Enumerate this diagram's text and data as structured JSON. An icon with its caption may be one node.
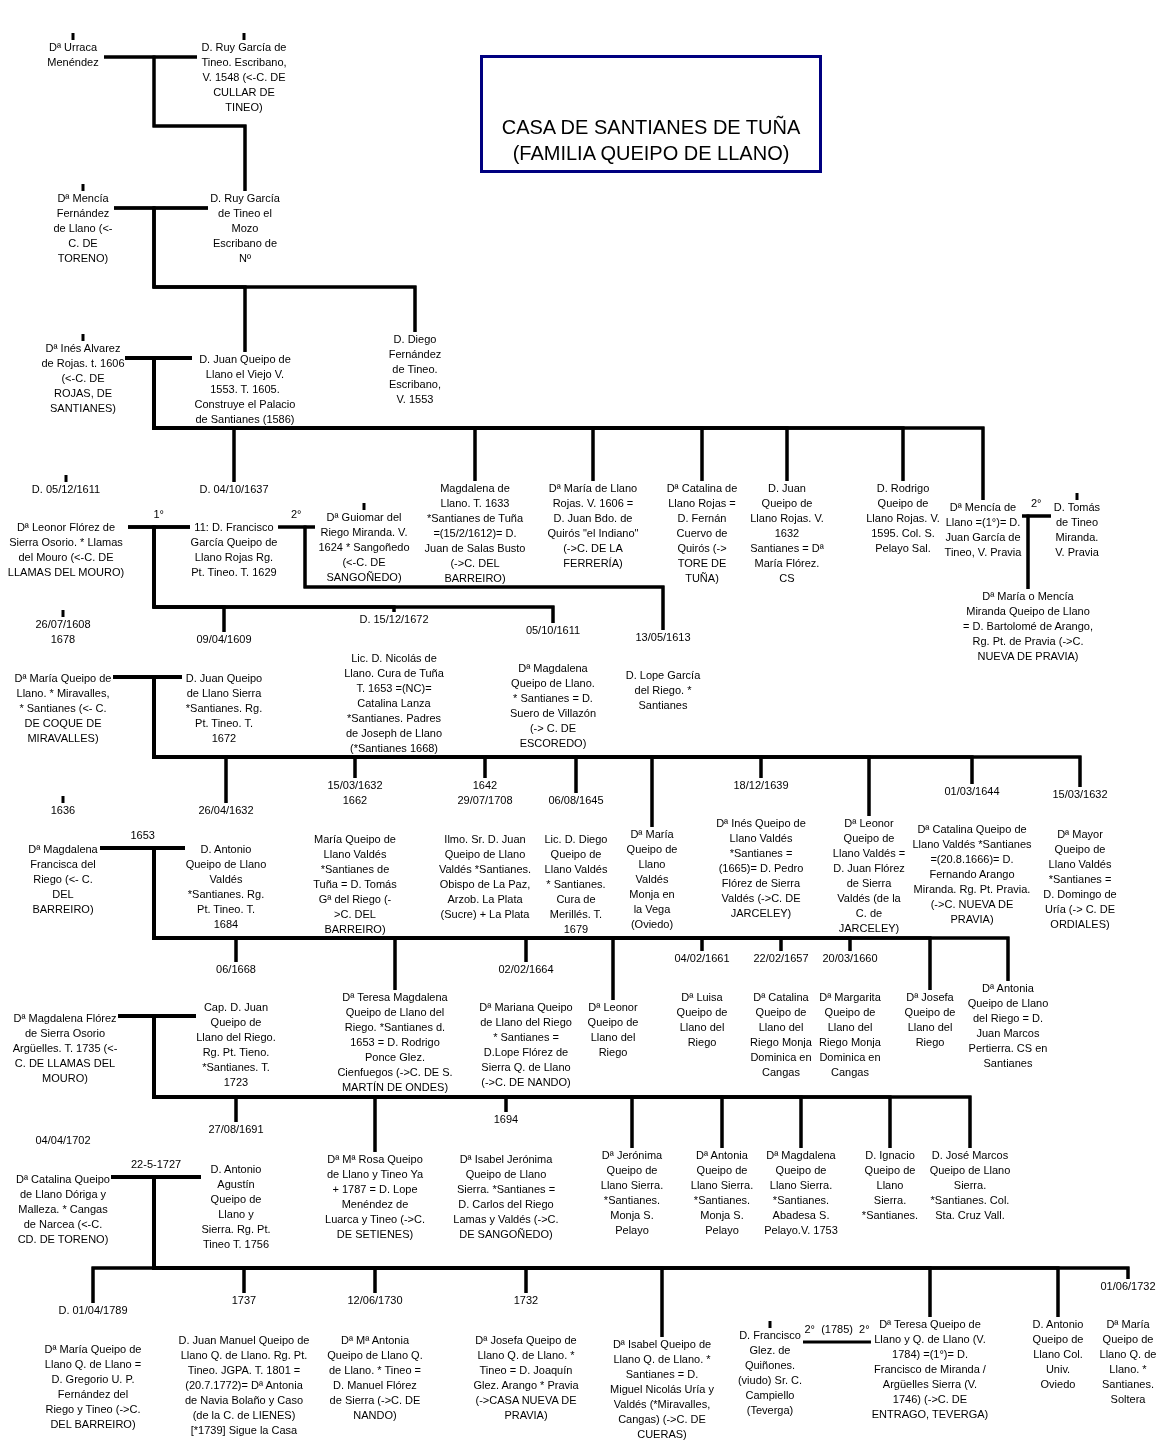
{
  "diagram": {
    "title": "CASA DE SANTIANES DE TUÑA (FAMILIA QUEIPO DE LLANO)",
    "nodes": [
      {
        "text": [
          "Dª Urraca Menéndez"
        ]
      },
      {
        "text": [
          "D. Ruy  García de Tineo. Escribano, V. 1548 (<-C. DE CULLAR DE TINEO)"
        ]
      },
      {
        "text": [
          "Dª Mencía Fernández de Llano (<-C.  DE TORENO)"
        ]
      },
      {
        "text": [
          "D. Ruy García de Tineo el Mozo Escribano de Nº"
        ]
      },
      {
        "text": [
          "Dª Inés Alvarez de Rojas. t. 1606 (<-C. DE ROJAS, DE SANTIANES)"
        ]
      },
      {
        "text": [
          "D. Juan Queipo de Llano el Viejo V. 1553. T. 1605. Construye el Palacio de Santianes (1586)"
        ]
      },
      {
        "text": [
          "D. Diego Fernández de Tineo. Escribano, V. 1553"
        ]
      },
      {
        "text": [
          "Dª Leonor Flórez de Sierra Osorio. * Llamas del Mouro (<-C. DE LLAMAS DEL MOURO)"
        ],
        "beside": [
          "D. 05/12/1611"
        ]
      },
      {
        "text": [
          "11: D. Francisco García Queipo de Llano Rojas Rg. Pt. Tineo. T. 1629"
        ],
        "beside": [
          "D. 04/10/1637"
        ]
      },
      {
        "text": [
          "Dª Guiomar del Riego Miranda. V. 1624 * Sangoñedo (<-C. DE SANGOÑEDO)"
        ]
      },
      {
        "text": [
          "Magdalena de Llano. T. 1633 *Santianes de Tuña =(15/2/1612)=    D. Juan de Salas Busto  (->C. DEL BARREIRO)"
        ]
      },
      {
        "text": [
          "Dª María  de Llano Rojas. V. 1606   =   D. Juan Bdo. de Quirós \"el Indiano\" (->C. DE LA FERRERÍA)"
        ]
      },
      {
        "text": [
          "Dª Catalina  de Llano Rojas = D. Fernán Cuervo de Quirós (-> TORE DE TUÑA)"
        ]
      },
      {
        "text": [
          "D. Juan Queipo de Llano Rojas. V. 1632 Santianes = Dª María Flórez. CS"
        ]
      },
      {
        "text": [
          "D. Rodrigo Queipo de Llano Rojas. V. 1595. Col. S. Pelayo Sal."
        ]
      },
      {
        "text": [
          "Dª Mencía de Llano  =(1°)= D. Juan García de Tineo, V. Pravia"
        ]
      },
      {
        "text": [
          "D. Tomás de Tineo Miranda. V. Pravia"
        ]
      },
      {
        "text": [
          "Dª María  o Mencía Miranda Queipo de Llano  =  D. Bartolomé de Arango, Rg. Pt. de Pravia (->C. NUEVA DE PRAVIA)"
        ]
      },
      {
        "text": [
          "Dª María Queipo de Llano. * Miravalles, * Santianes (<- C. DE COQUE DE MIRAVALLES)"
        ],
        "beside": [
          "26/07/1608",
          "1678"
        ]
      },
      {
        "text": [
          "D. Juan  Queipo de Llano Sierra *Santianes. Rg. Pt. Tineo. T. 1672"
        ],
        "beside": [
          "09/04/1609"
        ]
      },
      {
        "text": [
          "Lic. D. Nicolás de Llano. Cura de Tuña T. 1653 =(NC)= Catalina Lanza *Santianes. Padres de Joseph de Llano (*Santianes 1668)"
        ],
        "beside": [
          "D. 15/12/1672"
        ]
      },
      {
        "text": [
          "Dª Magdalena Queipo de Llano. * Santianes  =  D. Suero de Villazón (-> C. DE ESCOREDO)"
        ],
        "beside": [
          "05/10/1611"
        ]
      },
      {
        "text": [
          "D. Lope García del Riego. * Santianes"
        ],
        "beside": [
          "13/05/1613"
        ]
      },
      {
        "text": [
          "Dª Magdalena Francisca del Riego  (<- C. DEL BARREIRO)"
        ],
        "beside": [
          "1636"
        ]
      },
      {
        "text": [
          "D. Antonio Queipo de Llano Valdés *Santianes. Rg. Pt. Tineo. T. 1684"
        ],
        "beside": [
          "26/04/1632"
        ]
      },
      {
        "text": [
          "María  Queipo de Llano Valdés *Santianes de Tuña   =  D. Tomás Gª del Riego (->C. DEL BARREIRO)"
        ],
        "beside": [
          "15/03/1632",
          "1662"
        ]
      },
      {
        "text": [
          "Ilmo. Sr. D. Juan Queipo de Llano Valdés *Santianes. Obispo de La Paz, Arzob. La Plata (Sucre) + La Plata"
        ],
        "beside": [
          "1642",
          "29/07/1708"
        ]
      },
      {
        "text": [
          "Lic. D. Diego Queipo de Llano Valdés * Santianes. Cura de Merillés. T. 1679"
        ],
        "beside": [
          "06/08/1645"
        ]
      },
      {
        "text": [
          "Dª María Queipo de Llano Valdés Monja en la Vega (Oviedo)"
        ]
      },
      {
        "text": [
          "Dª Inés Queipo de Llano Valdés *Santianes =(1665)=  D. Pedro Flórez de Sierra Valdés (->C. DE JARCELEY)"
        ],
        "beside": [
          "18/12/1639"
        ]
      },
      {
        "text": [
          "Dª Leonor Queipo de Llano Valdés  =  D. Juan Flórez de Sierra Valdés (de la C. de JARCELEY)"
        ]
      },
      {
        "text": [
          "Dª Catalina Queipo de Llano Valdés *Santianes =(20.8.1666)=  D. Fernando Arango Miranda. Rg. Pt. Pravia. (->C. NUEVA DE PRAVIA)"
        ],
        "beside": [
          "01/03/1644"
        ]
      },
      {
        "text": [
          "Dª Mayor Queipo de Llano Valdés *Santianes  =  D. Domingo de Uría (-> C. DE ORDIALES)"
        ],
        "beside": [
          "15/03/1632"
        ]
      },
      {
        "text": [
          "Dª Magdalena Flórez de Sierra Osorio Argüelles. T. 1735 (<-C. DE LLAMAS DEL MOURO)"
        ]
      },
      {
        "text": [
          "Cap. D. Juan Queipo de Llano del Riego. Rg. Pt. Tieno. *Santianes. T. 1723"
        ],
        "beside": [
          "06/1668"
        ]
      },
      {
        "text": [
          "Dª Teresa Magdalena Queipo de Llano del Riego. *Santianes  d. 1653   =   D. Rodrigo Ponce Glez. Cienfuegos (->C. DE S. MARTÍN DE ONDES)"
        ]
      },
      {
        "text": [
          "Dª Mariana Queipo de Llano del Riego * Santianes = D.Lope Flórez de Sierra Q. de Llano (->C. DE NANDO)"
        ],
        "beside": [
          "02/02/1664"
        ]
      },
      {
        "text": [
          "Dª Leonor Queipo de Llano del Riego"
        ]
      },
      {
        "text": [
          "Dª Luisa Queipo de Llano del Riego"
        ],
        "beside": [
          "04/02/1661"
        ]
      },
      {
        "text": [
          "Dª  Catalina Queipo de Llano del Riego Monja Dominica en Cangas"
        ],
        "beside": [
          "22/02/1657"
        ]
      },
      {
        "text": [
          "Dª Margarita Queipo de Llano del Riego Monja Dominica en Cangas"
        ],
        "beside": [
          "20/03/1660"
        ]
      },
      {
        "text": [
          "Dª Josefa Queipo de Llano del Riego"
        ]
      },
      {
        "text": [
          "Dª Antonia Queipo de Llano del Riego  =  D. Juan Marcos Pertierra. CS en Santianes"
        ]
      },
      {
        "text": [
          "Dª Catalina Queipo de Llano Dóriga y Malleza. * Cangas de Narcea (<-C. CD. DE TORENO)"
        ],
        "beside": [
          "04/04/1702"
        ]
      },
      {
        "text": [
          "D. Antonio Agustín Queipo de Llano  y Sierra. Rg. Pt. Tineo T. 1756"
        ],
        "beside": [
          "27/08/1691"
        ]
      },
      {
        "text": [
          "Dª Mª Rosa Queipo de Llano y Tineo Ya + 1787    =  D. Lope Menéndez de Luarca y Tineo (->C. DE SETIENES)"
        ]
      },
      {
        "text": [
          "Dª Isabel Jerónima Queipo de Llano Sierra. *Santianes  =  D. Carlos del Riego Lamas y Valdés (->C. DE SANGOÑEDO)"
        ],
        "beside": [
          "1694"
        ]
      },
      {
        "text": [
          "Dª Jerónima Queipo de Llano  Sierra. *Santianes. Monja S. Pelayo"
        ]
      },
      {
        "text": [
          "Dª Antonia Queipo de Llano  Sierra. *Santianes. Monja S. Pelayo"
        ]
      },
      {
        "text": [
          "Dª Magdalena Queipo de Llano  Sierra. *Santianes. Abadesa S. Pelayo.V. 1753"
        ]
      },
      {
        "text": [
          "D. Ignacio Queipo de Llano Sierra. *Santianes."
        ]
      },
      {
        "text": [
          "D. José Marcos Queipo de Llano  Sierra. *Santianes. Col. Sta. Cruz Vall."
        ]
      },
      {
        "text": [
          "Dª María  Queipo de Llano Q. de Llano  =   D. Gregorio U. P. Fernández del Riego y Tineo (->C. DEL BARREIRO)"
        ],
        "beside": [
          "D. 01/04/1789"
        ]
      },
      {
        "text": [
          "D. Juan Manuel Queipo de Llano  Q. de Llano. Rg. Pt. Tineo. JGPA. T. 1801 =(20.7.1772)= Dª Antonia de Navia Bolaño y Caso (de la C. de LIENES) [*1739] Sigue la Casa"
        ],
        "beside": [
          "1737"
        ]
      },
      {
        "text": [
          "Dª Mª Antonia Queipo de Llano Q. de Llano. * Tineo  =  D. Manuel Flórez de Sierra (->C. DE NANDO)"
        ],
        "beside": [
          "12/06/1730"
        ]
      },
      {
        "text": [
          "Dª Josefa Queipo de Llano  Q. de Llano. * Tineo = D. Joaquín Glez. Arango * Pravia (->CASA NUEVA DE PRAVIA)"
        ],
        "beside": [
          "1732"
        ]
      },
      {
        "text": [
          "Dª Isabel Queipo de Llano  Q. de Llano. * Santianes  =  D. Miguel Nicolás Uría y Valdés (*Miravalles, Cangas) (->C. DE CUERAS)"
        ]
      },
      {
        "text": [
          "D. Francisco Glez. de Quiñones. (viudo) Sr. C. Campiello (Teverga)"
        ]
      },
      {
        "text": [
          "Dª Teresa Queipo de Llano y Q. de Llano (V. 1784)  =(1°)=   D. Francisco de Miranda / Argüelles Sierra (V. 1746) (->C. DE ENTRAGO, TEVERGA)"
        ]
      },
      {
        "text": [
          "D. Antonio Queipo de Llano Col. Univ. Oviedo"
        ]
      },
      {
        "text": [
          "Dª María Queipo de Llano  Q. de Llano. * Santianes. Soltera"
        ],
        "beside": [
          "01/06/1732"
        ]
      }
    ],
    "edges": [
      {
        "from": 0,
        "to": 1,
        "arrow": "none"
      },
      {
        "from": 0,
        "to": 3,
        "arrow": "none"
      },
      {
        "from": 1,
        "to": 3,
        "arrow": "none"
      },
      {
        "from": 2,
        "to": 3,
        "arrow": "none"
      },
      {
        "from": 2,
        "to": 5,
        "arrow": "none"
      },
      {
        "from": 3,
        "to": 5,
        "arrow": "none"
      },
      {
        "from": 2,
        "to": 6,
        "arrow": "none"
      },
      {
        "from": 3,
        "to": 6,
        "arrow": "none"
      },
      {
        "from": 4,
        "to": 5,
        "arrow": "none"
      },
      {
        "from": 4,
        "to": 8,
        "arrow": "none"
      },
      {
        "from": 5,
        "to": 8,
        "arrow": "none"
      },
      {
        "from": 4,
        "to": 10,
        "arrow": "none"
      },
      {
        "from": 5,
        "to": 10,
        "arrow": "none"
      },
      {
        "from": 4,
        "to": 11,
        "arrow": "none"
      },
      {
        "from": 5,
        "to": 11,
        "arrow": "none"
      },
      {
        "from": 4,
        "to": 12,
        "arrow": "none"
      },
      {
        "from": 5,
        "to": 12,
        "arrow": "none"
      },
      {
        "from": 4,
        "to": 13,
        "arrow": "none"
      },
      {
        "from": 5,
        "to": 13,
        "arrow": "none"
      },
      {
        "from": 4,
        "to": 14,
        "arrow": "none"
      },
      {
        "from": 5,
        "to": 14,
        "arrow": "none"
      },
      {
        "from": 4,
        "to": 15,
        "arrow": "none"
      },
      {
        "from": 5,
        "to": 15,
        "arrow": "none"
      },
      {
        "from": 15,
        "to": 16,
        "arrow": "none",
        "label": "2°"
      },
      {
        "from": 15,
        "to": 17,
        "arrow": "none"
      },
      {
        "from": 16,
        "to": 17,
        "arrow": "none"
      },
      {
        "from": 7,
        "to": 8,
        "arrow": "none",
        "label": "1°"
      },
      {
        "from": 7,
        "to": 19,
        "arrow": "none"
      },
      {
        "from": 8,
        "to": 19,
        "arrow": "none"
      },
      {
        "from": 7,
        "to": 20,
        "arrow": "none"
      },
      {
        "from": 8,
        "to": 20,
        "arrow": "none"
      },
      {
        "from": 7,
        "to": 21,
        "arrow": "none"
      },
      {
        "from": 8,
        "to": 21,
        "arrow": "none"
      },
      {
        "from": 8,
        "to": 9,
        "arrow": "none",
        "label": "2°"
      },
      {
        "from": 8,
        "to": 22,
        "arrow": "none"
      },
      {
        "from": 9,
        "to": 22,
        "arrow": "none"
      },
      {
        "from": 18,
        "to": 19,
        "arrow": "none"
      },
      {
        "from": 18,
        "to": 24,
        "arrow": "none"
      },
      {
        "from": 19,
        "to": 24,
        "arrow": "none"
      },
      {
        "from": 18,
        "to": 25,
        "arrow": "none"
      },
      {
        "from": 19,
        "to": 25,
        "arrow": "none"
      },
      {
        "from": 18,
        "to": 26,
        "arrow": "none"
      },
      {
        "from": 19,
        "to": 26,
        "arrow": "none"
      },
      {
        "from": 18,
        "to": 27,
        "arrow": "none"
      },
      {
        "from": 19,
        "to": 27,
        "arrow": "none"
      },
      {
        "from": 18,
        "to": 28,
        "arrow": "none"
      },
      {
        "from": 19,
        "to": 28,
        "arrow": "none"
      },
      {
        "from": 18,
        "to": 29,
        "arrow": "none"
      },
      {
        "from": 19,
        "to": 29,
        "arrow": "none"
      },
      {
        "from": 18,
        "to": 30,
        "arrow": "none"
      },
      {
        "from": 19,
        "to": 30,
        "arrow": "none"
      },
      {
        "from": 18,
        "to": 31,
        "arrow": "none"
      },
      {
        "from": 19,
        "to": 31,
        "arrow": "none"
      },
      {
        "from": 18,
        "to": 32,
        "arrow": "none"
      },
      {
        "from": 19,
        "to": 32,
        "arrow": "none"
      },
      {
        "from": 23,
        "to": 24,
        "arrow": "none",
        "label": "1653"
      },
      {
        "from": 23,
        "to": 34,
        "arrow": "none"
      },
      {
        "from": 24,
        "to": 34,
        "arrow": "none"
      },
      {
        "from": 23,
        "to": 35,
        "arrow": "none"
      },
      {
        "from": 24,
        "to": 35,
        "arrow": "none"
      },
      {
        "from": 23,
        "to": 36,
        "arrow": "none"
      },
      {
        "from": 24,
        "to": 36,
        "arrow": "none"
      },
      {
        "from": 23,
        "to": 37,
        "arrow": "none"
      },
      {
        "from": 24,
        "to": 37,
        "arrow": "none"
      },
      {
        "from": 23,
        "to": 38,
        "arrow": "none"
      },
      {
        "from": 24,
        "to": 38,
        "arrow": "none"
      },
      {
        "from": 23,
        "to": 39,
        "arrow": "none"
      },
      {
        "from": 24,
        "to": 39,
        "arrow": "none"
      },
      {
        "from": 23,
        "to": 40,
        "arrow": "none"
      },
      {
        "from": 24,
        "to": 40,
        "arrow": "none"
      },
      {
        "from": 23,
        "to": 41,
        "arrow": "none"
      },
      {
        "from": 24,
        "to": 41,
        "arrow": "none"
      },
      {
        "from": 23,
        "to": 42,
        "arrow": "none"
      },
      {
        "from": 24,
        "to": 42,
        "arrow": "none"
      },
      {
        "from": 33,
        "to": 34,
        "arrow": "none"
      },
      {
        "from": 33,
        "to": 44,
        "arrow": "none"
      },
      {
        "from": 34,
        "to": 44,
        "arrow": "none"
      },
      {
        "from": 33,
        "to": 45,
        "arrow": "none"
      },
      {
        "from": 34,
        "to": 45,
        "arrow": "none"
      },
      {
        "from": 33,
        "to": 46,
        "arrow": "none"
      },
      {
        "from": 34,
        "to": 46,
        "arrow": "none"
      },
      {
        "from": 33,
        "to": 47,
        "arrow": "none"
      },
      {
        "from": 34,
        "to": 47,
        "arrow": "none"
      },
      {
        "from": 33,
        "to": 48,
        "arrow": "none"
      },
      {
        "from": 34,
        "to": 48,
        "arrow": "none"
      },
      {
        "from": 33,
        "to": 49,
        "arrow": "none"
      },
      {
        "from": 34,
        "to": 49,
        "arrow": "none"
      },
      {
        "from": 33,
        "to": 50,
        "arrow": "none"
      },
      {
        "from": 34,
        "to": 50,
        "arrow": "none"
      },
      {
        "from": 33,
        "to": 51,
        "arrow": "none"
      },
      {
        "from": 34,
        "to": 51,
        "arrow": "none"
      },
      {
        "from": 43,
        "to": 44,
        "arrow": "none",
        "label": "22-5-1727"
      },
      {
        "from": 43,
        "to": 52,
        "arrow": "none"
      },
      {
        "from": 44,
        "to": 52,
        "arrow": "none"
      },
      {
        "from": 43,
        "to": 53,
        "arrow": "none"
      },
      {
        "from": 44,
        "to": 53,
        "arrow": "none"
      },
      {
        "from": 43,
        "to": 54,
        "arrow": "none"
      },
      {
        "from": 44,
        "to": 54,
        "arrow": "none"
      },
      {
        "from": 43,
        "to": 55,
        "arrow": "none"
      },
      {
        "from": 44,
        "to": 55,
        "arrow": "none"
      },
      {
        "from": 43,
        "to": 56,
        "arrow": "none"
      },
      {
        "from": 44,
        "to": 56,
        "arrow": "none"
      },
      {
        "from": 43,
        "to": 58,
        "arrow": "none"
      },
      {
        "from": 44,
        "to": 58,
        "arrow": "none"
      },
      {
        "from": 43,
        "to": 59,
        "arrow": "none"
      },
      {
        "from": 44,
        "to": 59,
        "arrow": "none"
      },
      {
        "from": 43,
        "to": 60,
        "arrow": "none"
      },
      {
        "from": 44,
        "to": 60,
        "arrow": "none"
      },
      {
        "from": 57,
        "to": 58,
        "arrow": "none",
        "label": "2°  (1785)  2°"
      },
      {
        "from": null,
        "to": 0,
        "arrow": "none"
      },
      {
        "from": null,
        "to": 1,
        "arrow": "none"
      },
      {
        "from": null,
        "to": 2,
        "arrow": "none"
      },
      {
        "from": null,
        "to": 4,
        "arrow": "none"
      },
      {
        "from": null,
        "to": 7,
        "arrow": "none"
      },
      {
        "from": null,
        "to": 9,
        "arrow": "none"
      },
      {
        "from": null,
        "to": 16,
        "arrow": "none"
      },
      {
        "from": null,
        "to": 18,
        "arrow": "none"
      },
      {
        "from": null,
        "to": 23,
        "arrow": "none"
      },
      {
        "from": null,
        "to": 57,
        "arrow": "none"
      }
    ]
  }
}
